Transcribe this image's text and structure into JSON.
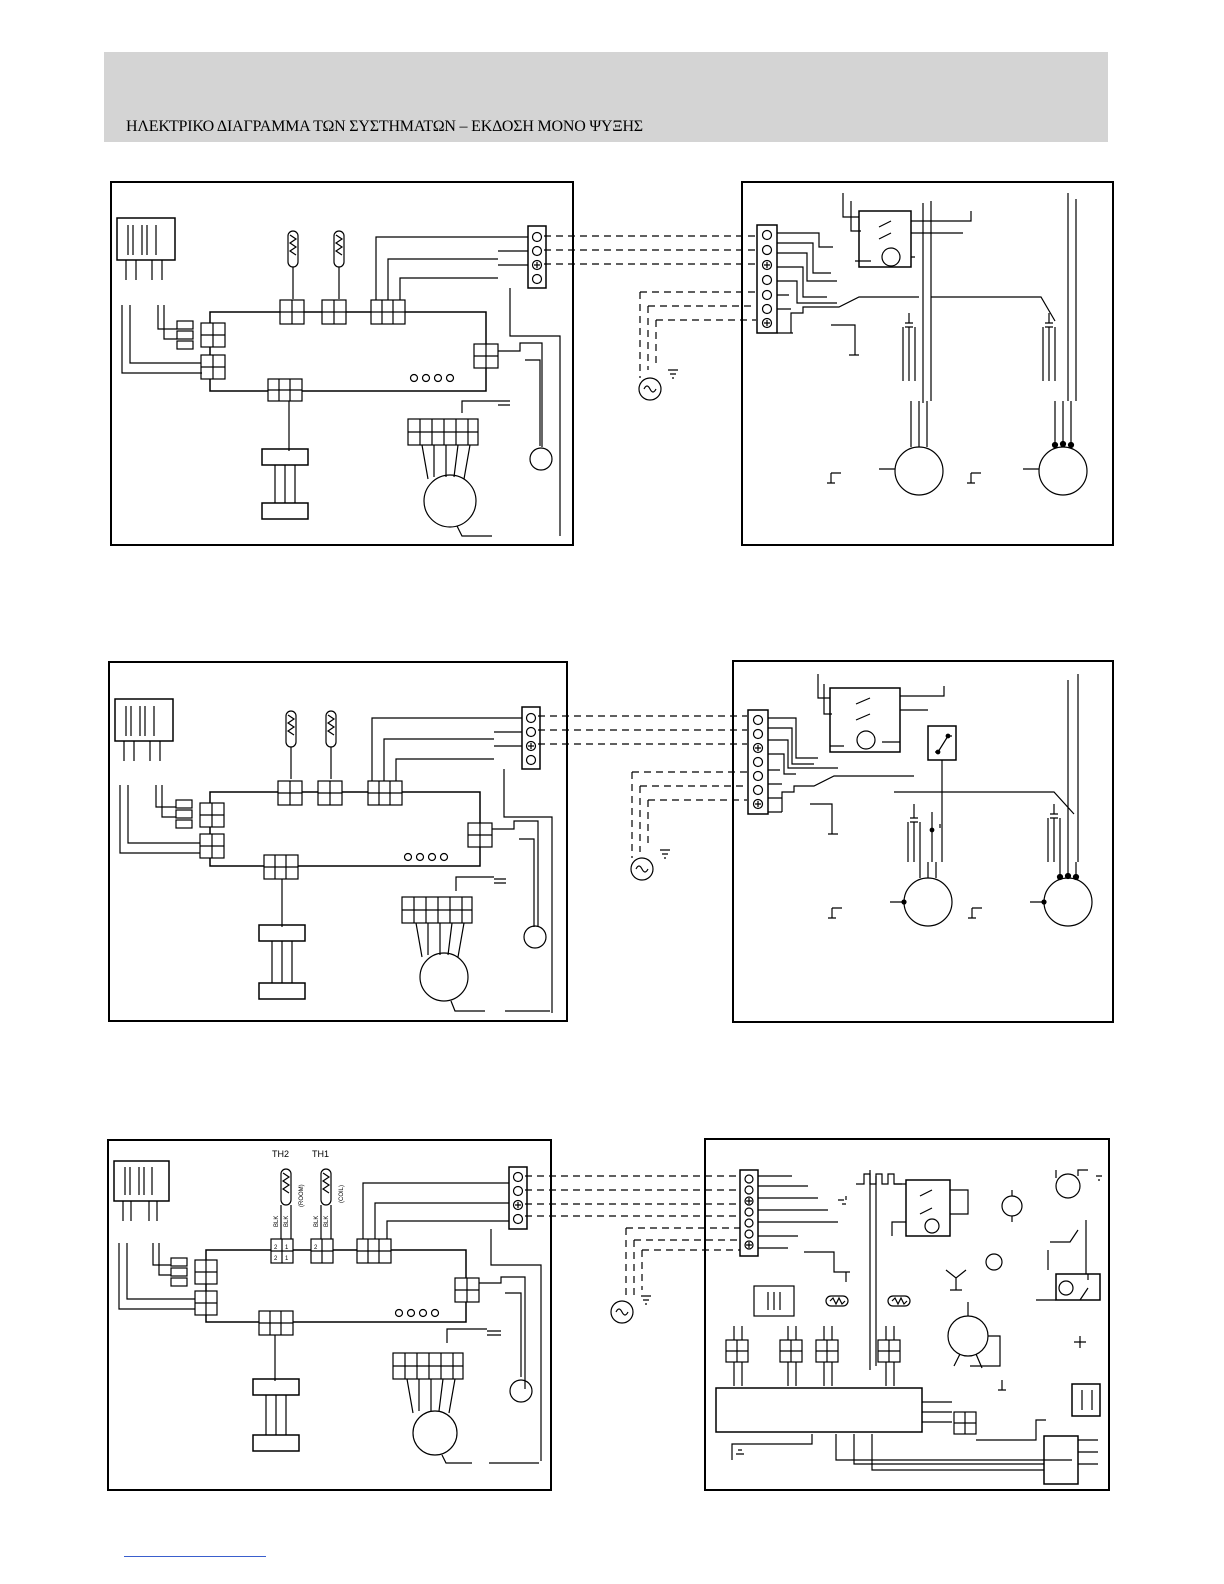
{
  "header": {
    "title": "ΗΛΕΚΤΡΙΚΟ ΔΙΑΓΡΑΜΜΑ ΤΩΝ ΣΥΣΤΗΜΑΤΩΝ – ΕΚΔΟΣΗ ΜΟΝΟ ΨΥΞΗΣ"
  },
  "diagram3": {
    "sensor_th2": "TH2",
    "sensor_th1": "TH1",
    "th2_note": "(ROOM)",
    "th1_note": "(COIL)",
    "wire_color_a": "BLK",
    "wire_color_b": "BLK",
    "wire_color_c": "BLK",
    "wire_color_d": "BLK",
    "pin_2a": "2",
    "pin_1a": "1",
    "pin_2b": "2",
    "pin_1b": "1",
    "pin_2c": "2"
  },
  "colors": {
    "header_band": "#d4d4d4",
    "ink": "#000000",
    "footer_rule": "#3a5fcd"
  }
}
